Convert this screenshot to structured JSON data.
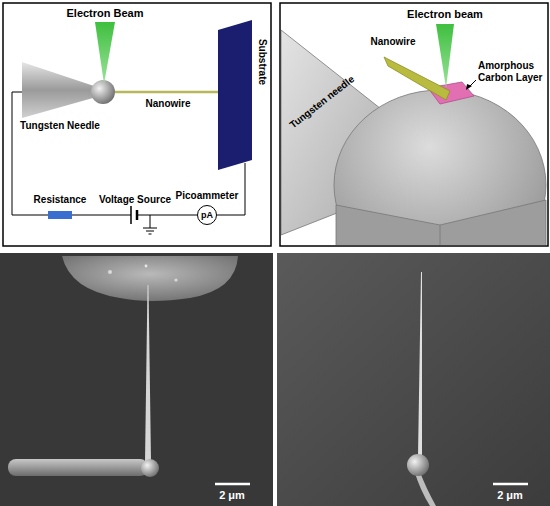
{
  "diagram": {
    "nodes": [
      {
        "text": [
          "pA"
        ]
      }
    ],
    "labels": [
      "Electron Beam",
      "Tungsten Needle",
      "Nanowire",
      "Substrate",
      "Resistance",
      "Voltage Source",
      "Picoammeter",
      "Electron beam",
      "Nanowire",
      "Tungsten needle",
      "Amorphous Carbon Layer",
      "2 μm",
      "2 μm"
    ]
  }
}
